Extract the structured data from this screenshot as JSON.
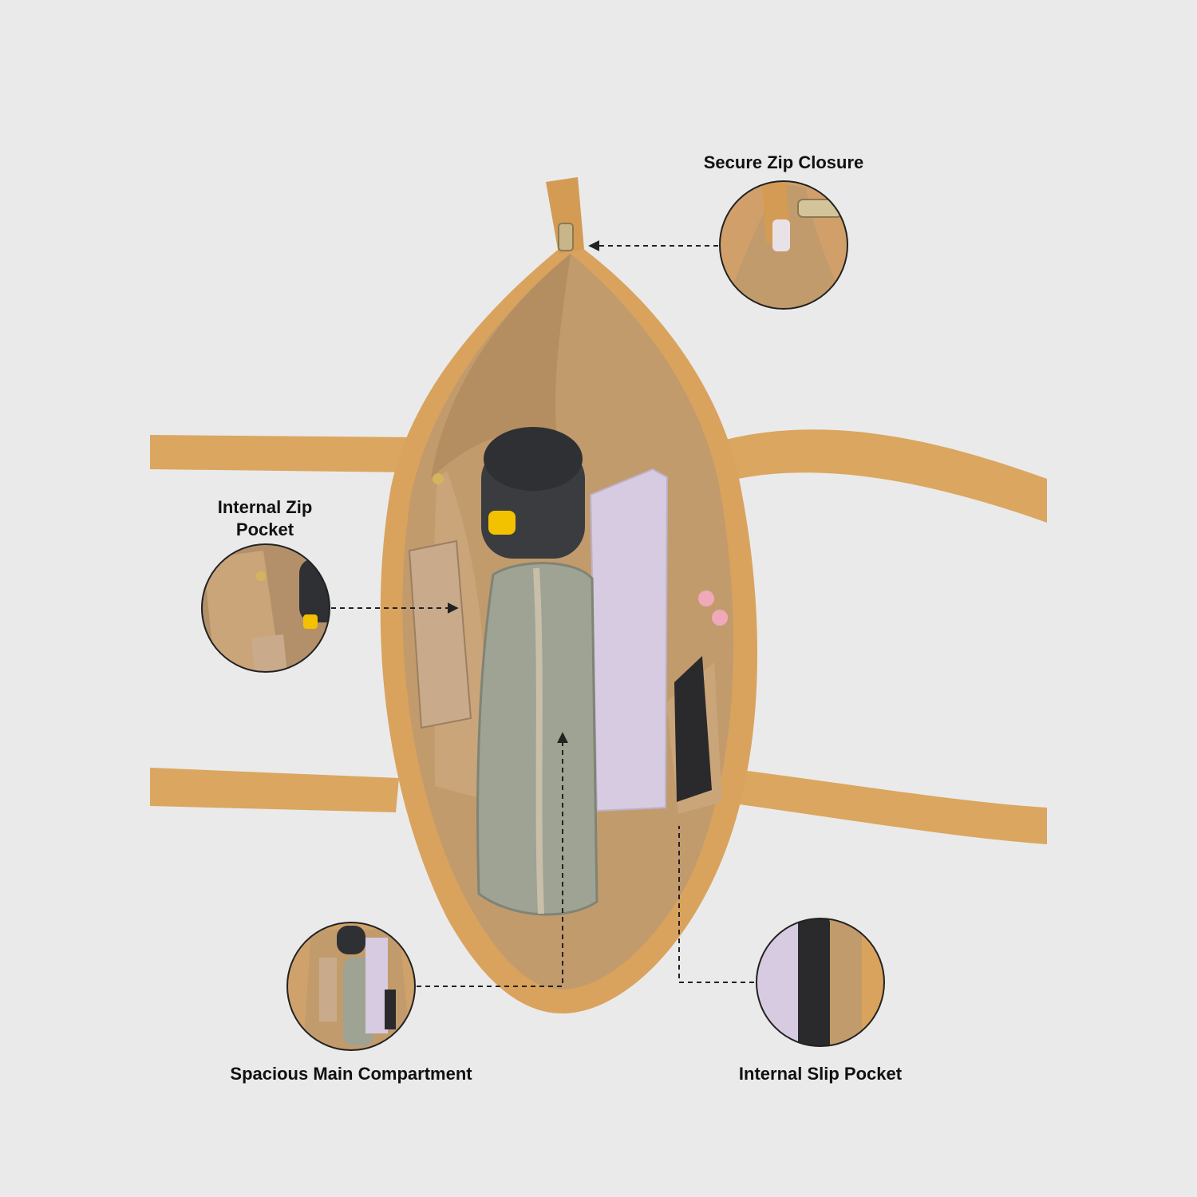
{
  "callouts": {
    "zip_closure": "Secure Zip Closure",
    "internal_zip_pocket": "Internal Zip\nPocket",
    "main_compartment": "Spacious Main Compartment",
    "slip_pocket": "Internal Slip Pocket"
  },
  "colors": {
    "background": "#eaeaea",
    "bag_leather": "#d9a35e",
    "bag_lining": "#c29b6c",
    "lining_dark": "#a98358",
    "strap": "#dba65f",
    "bottle": "#2e3033",
    "bottle_accent": "#f2c200",
    "pouch": "#9ea393",
    "notebook": "#d6cbe0",
    "wallet": "#c9ab8c",
    "phone": "#2a2a2c",
    "earbuds": "#f0a9b9",
    "arrow": "#222222"
  },
  "icons": [
    "zip-puller-icon",
    "dashed-arrow-icon"
  ]
}
